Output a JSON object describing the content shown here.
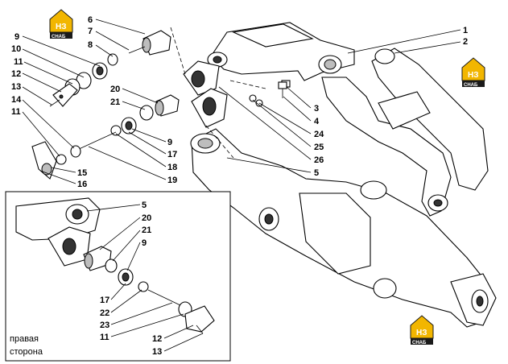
{
  "callouts_upper": [
    "6",
    "7",
    "8",
    "9",
    "10",
    "11",
    "12",
    "13",
    "14",
    "11",
    "15",
    "16",
    "20",
    "21",
    "9",
    "17",
    "18",
    "19",
    "1",
    "2",
    "3",
    "4",
    "24",
    "25",
    "26",
    "5"
  ],
  "callouts_inset": [
    "5",
    "20",
    "21",
    "9",
    "17",
    "22",
    "23",
    "11",
    "12",
    "13"
  ],
  "inset_caption": [
    "правая",
    "сторона"
  ],
  "logo": {
    "mark": "НЗ",
    "word": "СНАБ",
    "colors": {
      "gold": "#f2b600",
      "dark": "#1a1a1a"
    }
  }
}
